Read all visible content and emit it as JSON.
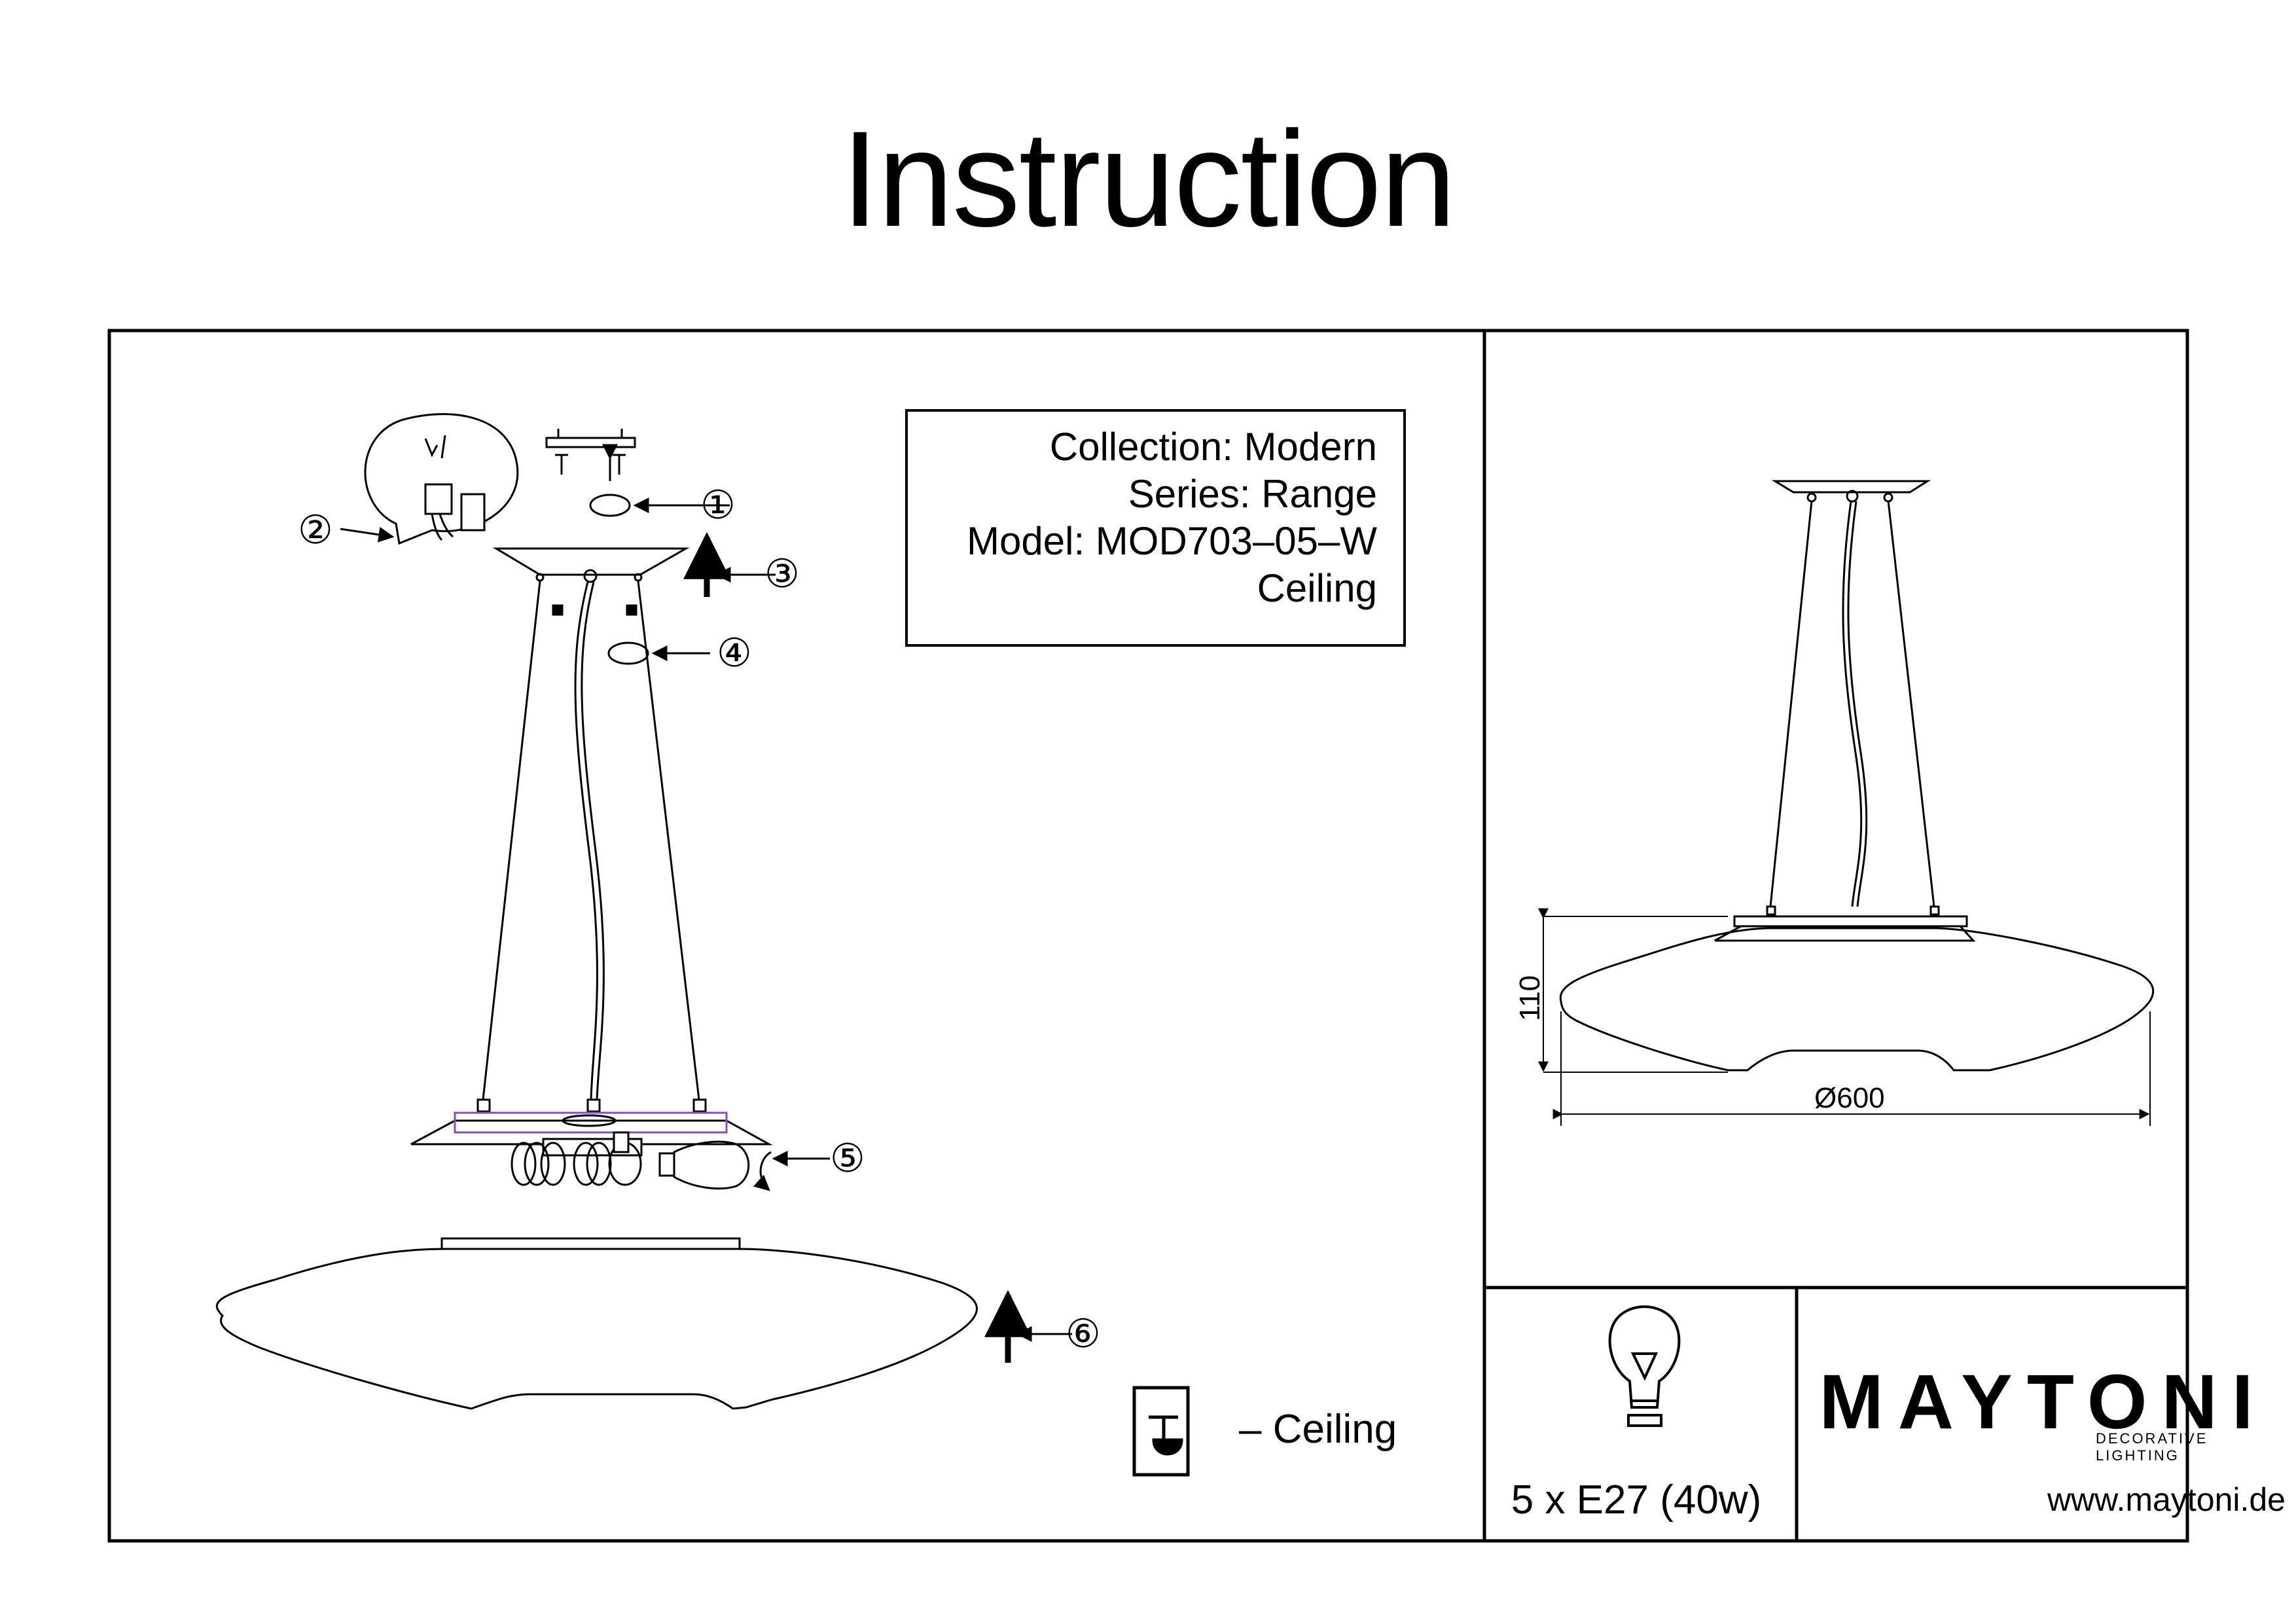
{
  "page": {
    "title": "Instruction"
  },
  "info": {
    "collection": "Collection: Modern",
    "series": "Series: Range",
    "model": "Model: MOD703–05–W",
    "mount": "Ceiling"
  },
  "steps": [
    "①",
    "②",
    "③",
    "④",
    "⑤",
    "⑥"
  ],
  "legend": {
    "label": "– Ceiling",
    "icon": "ceiling-mount-icon"
  },
  "dimensions": {
    "height": "110",
    "diameter": "Ø600"
  },
  "bulb": {
    "label": "5 x E27 (40w)",
    "icon": "bulb-icon"
  },
  "brand": {
    "name": "MAYTONI",
    "tagline": "DECORATIVE LIGHTING",
    "url": "www.maytoni.de"
  }
}
